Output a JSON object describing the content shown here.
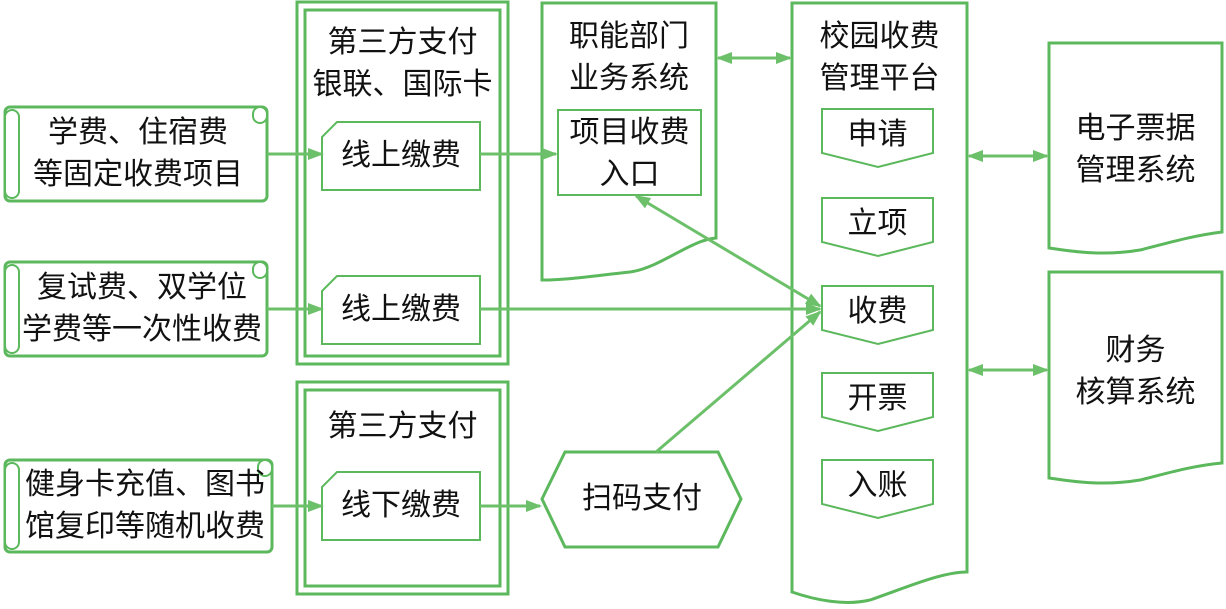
{
  "colors": {
    "stroke": "#5cb85c",
    "arrow": "#6cc06a",
    "fill": "#ffffff",
    "text": "#111111"
  },
  "inputs": [
    {
      "line1": "学费、住宿费",
      "line2": "等固定收费项目"
    },
    {
      "line1": "复试费、双学位",
      "line2": "学费等一次性收费"
    },
    {
      "line1": "健身卡充值、图书",
      "line2": "馆复印等随机收费"
    }
  ],
  "gateway_top": {
    "line1": "第三方支付",
    "line2": "银联、国际卡",
    "pay_items": [
      "线上缴费",
      "线上缴费"
    ]
  },
  "gateway_bottom": {
    "title": "第三方支付",
    "pay_item": "线下缴费"
  },
  "scan_pay": "扫码支付",
  "dept_system": {
    "line1": "职能部门",
    "line2": "业务系统",
    "entry_line1": "项目收费",
    "entry_line2": "入口"
  },
  "platform": {
    "line1": "校园收费",
    "line2": "管理平台",
    "steps": [
      "申请",
      "立项",
      "收费",
      "开票",
      "入账"
    ]
  },
  "external_systems": [
    {
      "line1": "电子票据",
      "line2": "管理系统"
    },
    {
      "line1": "财务",
      "line2": "核算系统"
    }
  ]
}
